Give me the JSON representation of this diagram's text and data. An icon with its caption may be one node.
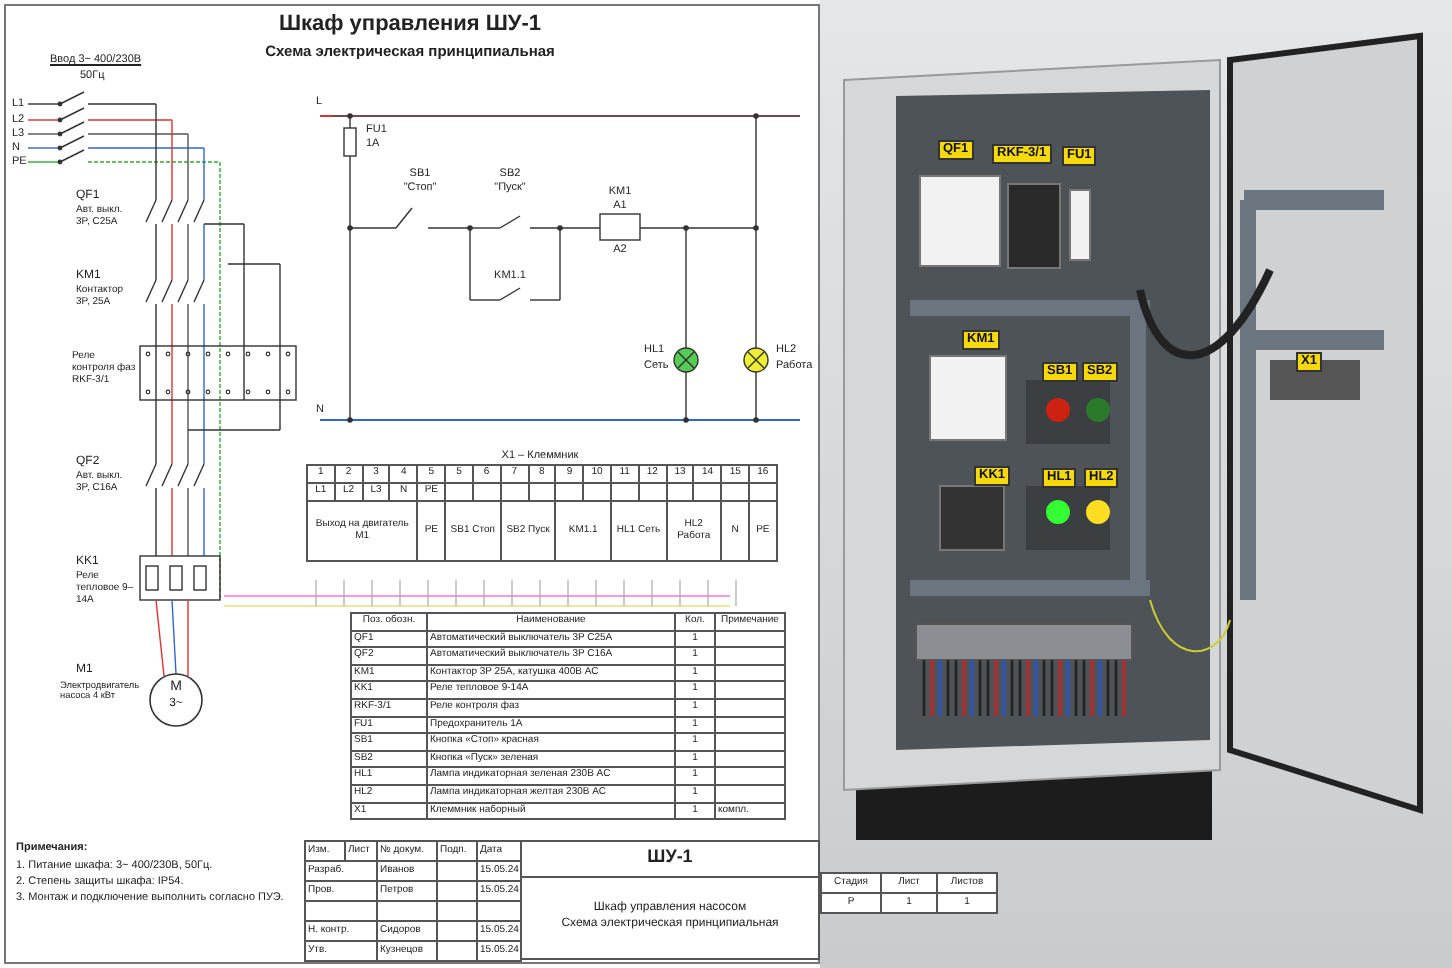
{
  "diagram": {
    "title": "Шкаф управления ШУ-1",
    "labels": [
      "Схема электрическая принципиальная",
      "Ввод 3~ 400/230В",
      "50Гц",
      "L1",
      "L2",
      "L3",
      "N",
      "PE",
      "QF1",
      "Авт. выкл. 3P, C25A",
      "KM1",
      "Контактор 3P, 25A",
      "Реле контроля фаз RKF-3/1",
      "QF2",
      "Авт. выкл. 3P, C16A",
      "KK1",
      "Реле тепловое 9–14A",
      "M1",
      "Электродвигатель насоса 4 кВт",
      "M",
      "3~",
      "L",
      "FU1",
      "1A",
      "SB1",
      "\"Стоп\"",
      "SB2",
      "\"Пуск\"",
      "KM1",
      "A1",
      "A2",
      "KM1.1",
      "HL1",
      "Сеть",
      "HL2",
      "Работа",
      "N",
      "X1 – Клеммник",
      "1",
      "2",
      "3",
      "4",
      "5",
      "5",
      "6",
      "7",
      "8",
      "9",
      "10",
      "11",
      "12",
      "13",
      "14",
      "15",
      "16",
      "L1",
      "L2",
      "L3",
      "N",
      "PE",
      "Выход на двигатель M1",
      "PE",
      "SB1 Стоп",
      "SB2 Пуск",
      "KM1.1",
      "HL1 Сеть",
      "HL2 Работа",
      "N",
      "PE",
      "Поз. обозн.",
      "Наименование",
      "Кол.",
      "Примечание",
      "QF1",
      "Автоматический выключатель 3P C25A",
      "1",
      "QF2",
      "Автоматический выключатель 3P C16A",
      "1",
      "KM1",
      "Контактор 3P 25A, катушка 400В AC",
      "1",
      "KK1",
      "Реле тепловое 9-14A",
      "1",
      "RKF-3/1",
      "Реле контроля фаз",
      "1",
      "FU1",
      "Предохранитель 1A",
      "1",
      "SB1",
      "Кнопка «Стоп» красная",
      "1",
      "SB2",
      "Кнопка «Пуск» зеленая",
      "1",
      "HL1",
      "Лампа индикаторная зеленая 230В AC",
      "1",
      "HL2",
      "Лампа индикаторная желтая 230В AC",
      "1",
      "X1",
      "Клеммник наборный",
      "1",
      "компл.",
      "Примечания:",
      "1. Питание шкафа: 3~ 400/230В, 50Гц.",
      "2. Степень защиты шкафа: IP54.",
      "3. Монтаж и подключение выполнить согласно ПУЭ.",
      "Изм.",
      "Лист",
      "№ докум.",
      "Подп.",
      "Дата",
      "Разраб.",
      "Иванов",
      "15.05.24",
      "Пров.",
      "Петров",
      "15.05.24",
      "Н. контр.",
      "Сидоров",
      "15.05.24",
      "Утв.",
      "Кузнецов",
      "15.05.24",
      "ШУ-1",
      "Шкаф управления насосом",
      "Схема электрическая принципиальная",
      "Стадия",
      "Лист",
      "Листов",
      "Р",
      "1",
      "1",
      "QF1",
      "RKF-3/1",
      "FU1",
      "KM1",
      "SB1",
      "SB2",
      "KK1",
      "HL1",
      "HL2",
      "X1"
    ]
  }
}
